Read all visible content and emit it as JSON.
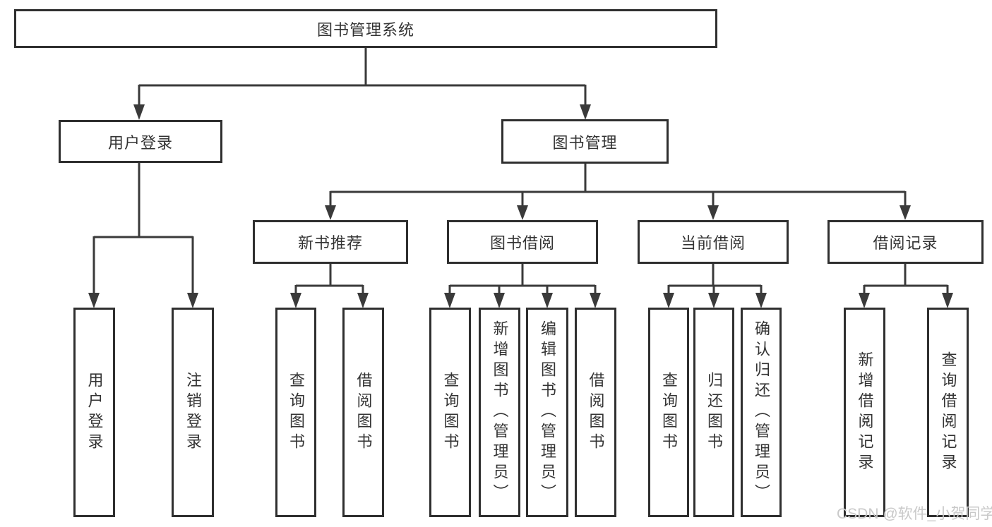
{
  "diagram": {
    "root": {
      "label": "图书管理系统"
    },
    "children": [
      {
        "label": "用户登录",
        "children": [
          {
            "label": "用户登录"
          },
          {
            "label": "注销登录"
          }
        ]
      },
      {
        "label": "图书管理",
        "children": [
          {
            "label": "新书推荐",
            "children": [
              {
                "label": "查询图书"
              },
              {
                "label": "借阅图书"
              }
            ]
          },
          {
            "label": "图书借阅",
            "children": [
              {
                "label": "查询图书"
              },
              {
                "label": "新增图书（管理员）"
              },
              {
                "label": "编辑图书（管理员）"
              },
              {
                "label": "借阅图书"
              }
            ]
          },
          {
            "label": "当前借阅",
            "children": [
              {
                "label": "查询图书"
              },
              {
                "label": "归还图书"
              },
              {
                "label": "确认归还（管理员）"
              }
            ]
          },
          {
            "label": "借阅记录",
            "children": [
              {
                "label": "新增借阅记录"
              },
              {
                "label": "查询借阅记录"
              }
            ]
          }
        ]
      }
    ]
  },
  "watermark": {
    "text": "CSDN @软件_小贺同学"
  },
  "colors": {
    "line": "#3a3a3a",
    "box_border": "#2f2f2f",
    "text": "#333333",
    "watermark": "#c9c9c9",
    "background": "#ffffff"
  }
}
